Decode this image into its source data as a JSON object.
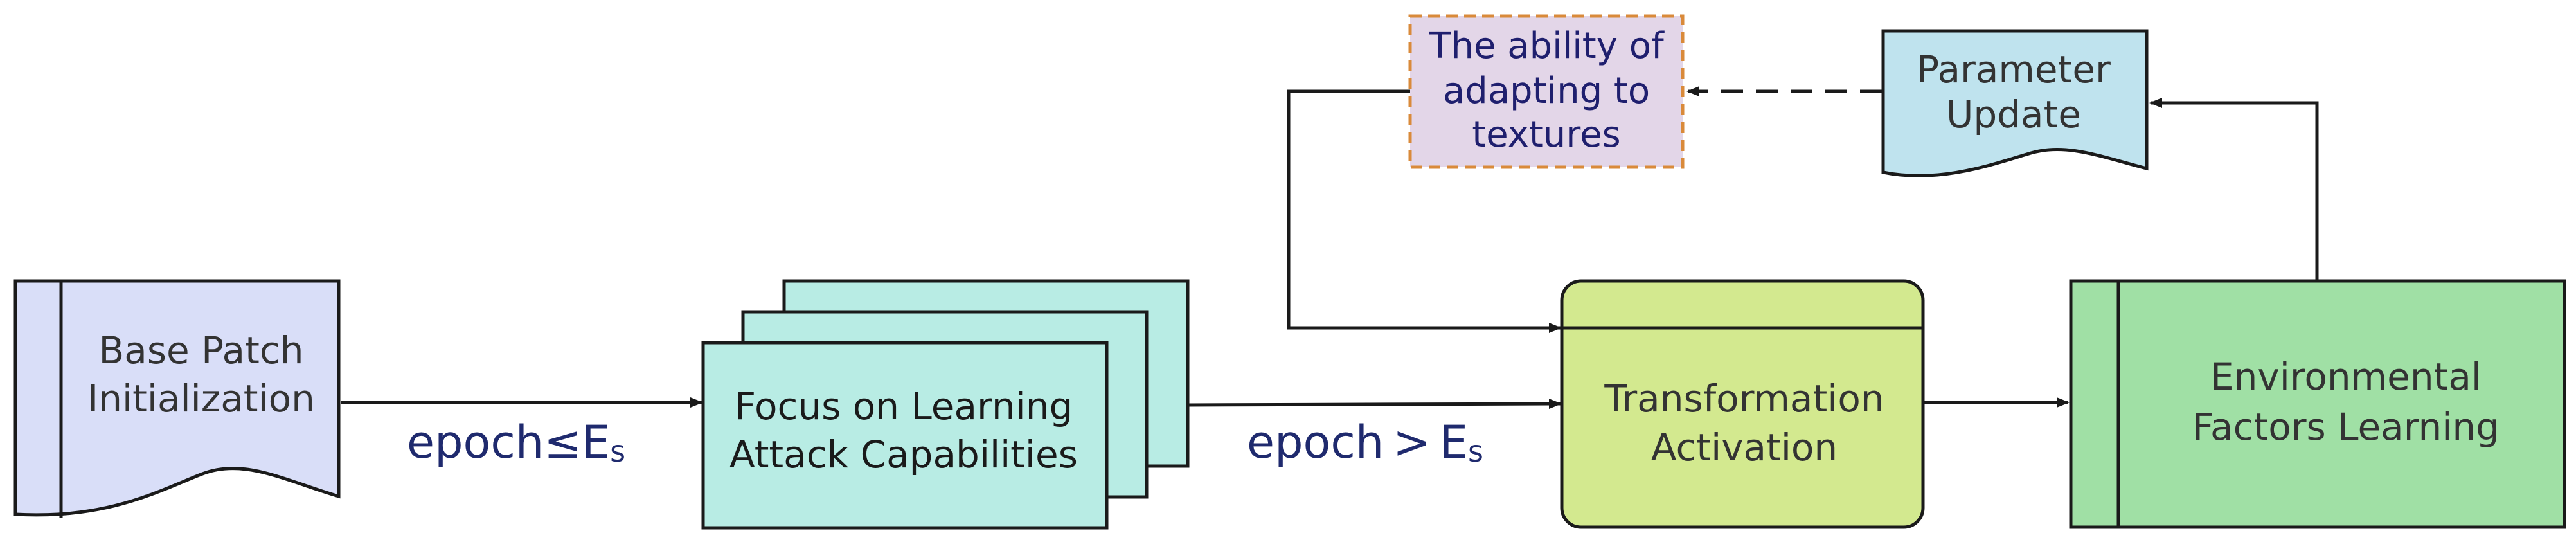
{
  "nodes": {
    "base_patch": {
      "line1": "Base Patch",
      "line2": "Initialization"
    },
    "focus_learning": {
      "line1": "Focus on Learning",
      "line2": "Attack Capabilities"
    },
    "transformation": {
      "line1": "Transformation",
      "line2": "Activation"
    },
    "environmental": {
      "line1": "Environmental",
      "line2": "Factors Learning"
    },
    "parameter_update": {
      "line1": "Parameter",
      "line2": "Update"
    },
    "texture_ability": {
      "line1": "The ability of",
      "line2": "adapting to",
      "line3": "textures"
    }
  },
  "edges": {
    "epoch_le": {
      "main": "epoch≤E",
      "sub": "s"
    },
    "epoch_gt": {
      "main": "epoch > E",
      "sub": "s"
    }
  },
  "colors": {
    "base_patch_fill": "#d9def8",
    "focus_fill": "#b8ece4",
    "transformation_fill": "#d3e98f",
    "environmental_fill": "#a0e0a5",
    "parameter_fill": "#bfe3ee",
    "texture_fill": "#e3d6e8",
    "texture_border": "#d98a3a",
    "stroke": "#1a1a1a",
    "text_navy": "#1f2a6e"
  }
}
